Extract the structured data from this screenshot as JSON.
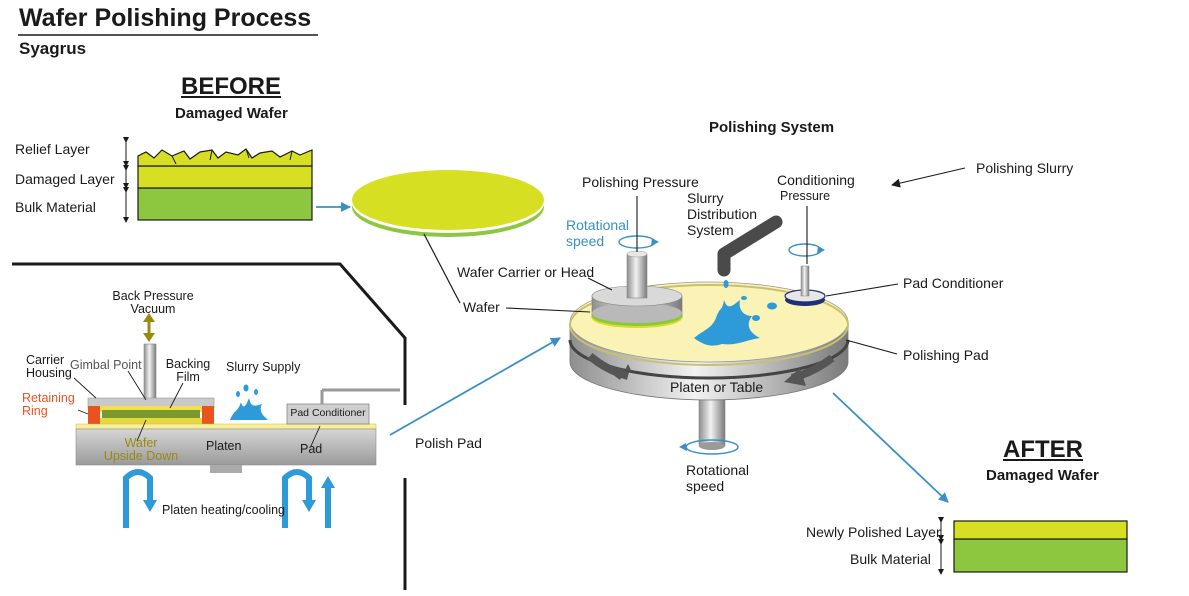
{
  "header": {
    "title": "Wafer Polishing Process",
    "subtitle": "Syagrus"
  },
  "before": {
    "heading": "BEFORE",
    "subheading": "Damaged Wafer",
    "layers": [
      "Relief Layer",
      "Damaged Layer",
      "Bulk Material"
    ]
  },
  "polishing_system": {
    "title": "Polishing System",
    "labels": {
      "polishing_slurry": "Polishing Slurry",
      "polishing_pressure": "Polishing Pressure",
      "conditioning": "Conditioning",
      "pressure": "Pressure",
      "rotational_speed_top": "Rotational\nspeed",
      "slurry_distribution": "Slurry\nDistribution\nSystem",
      "wafer_carrier": "Wafer Carrier or Head",
      "pad_conditioner": "Pad Conditioner",
      "wafer": "Wafer",
      "polishing_pad": "Polishing Pad",
      "platen": "Platen or Table",
      "rotational_speed_bottom": "Rotational\nspeed",
      "polish_pad": "Polish Pad"
    }
  },
  "cross_section": {
    "back_pressure": "Back Pressure\nVacuum",
    "carrier_housing": "Carrier\nHousing",
    "gimbal_point": "Gimbal Point",
    "backing_film": "Backing\nFilm",
    "slurry_supply": "Slurry Supply",
    "retaining_ring": "Retaining\nRing",
    "pad_conditioner": "Pad Conditioner",
    "wafer_upside_down": "Wafer\nUpside Down",
    "platen": "Platen",
    "pad": "Pad",
    "heating": "Platen heating/cooling"
  },
  "after": {
    "heading": "AFTER",
    "subheading": "Damaged Wafer",
    "layers": [
      "Newly Polished Layer",
      "Bulk Material"
    ]
  },
  "colors": {
    "layer_yellow": "#d7df23",
    "layer_green": "#8dc63f",
    "pad_cream": "#fbf3b5",
    "slurry_blue": "#2e9ad8",
    "link_blue": "#3a8fc6",
    "orange": "#e8531f",
    "metal_gray": "#b9b9b9"
  }
}
